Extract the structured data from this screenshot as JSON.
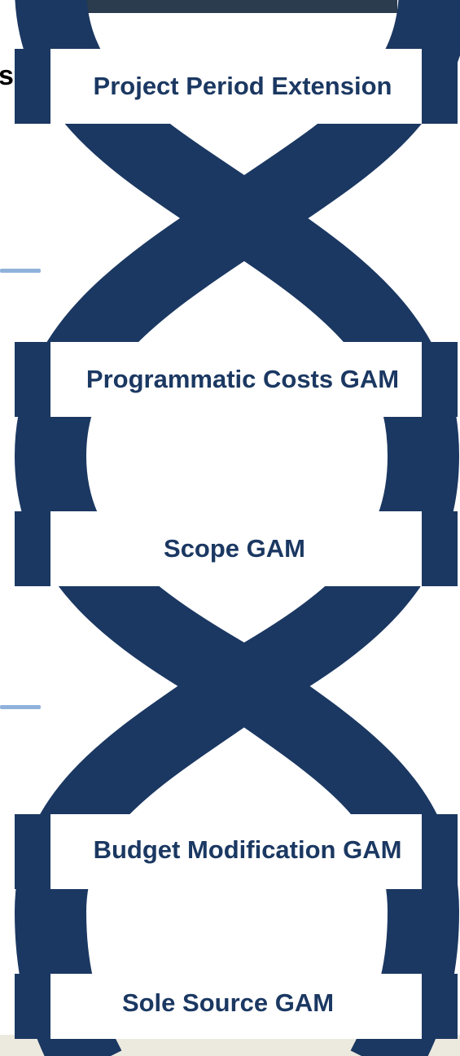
{
  "sidebar": {
    "cut_letter": "s"
  },
  "helix": {
    "color": "#1b3862",
    "background": "#ffffff",
    "accent_color": "#8fb2db",
    "bands": [
      {
        "label": "Project Period Extension"
      },
      {
        "label": "Programmatic Costs GAM"
      },
      {
        "label": "Scope GAM"
      },
      {
        "label": "Budget Modification GAM"
      },
      {
        "label": "Sole Source GAM"
      }
    ]
  }
}
